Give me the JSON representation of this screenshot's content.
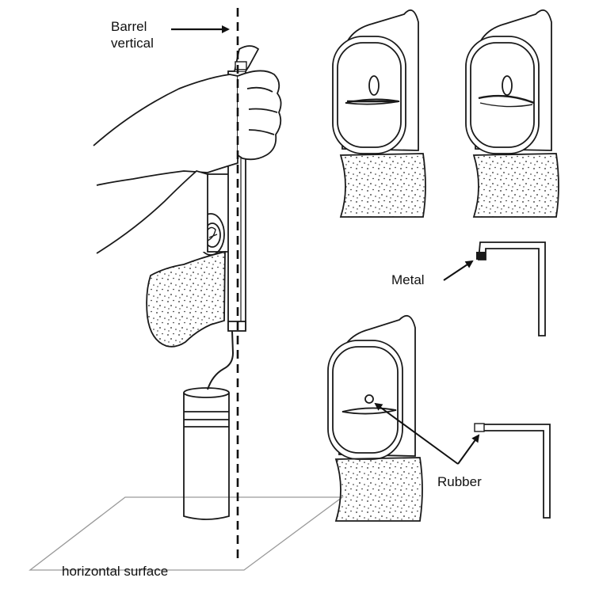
{
  "labels": {
    "barrel_line1": "Barrel",
    "barrel_line2": "vertical",
    "metal": "Metal",
    "rubber": "Rubber",
    "surface": "horizontal surface"
  },
  "colors": {
    "ink": "#1a1a1a",
    "background": "#ffffff",
    "surface_line": "#9a9a9a"
  }
}
